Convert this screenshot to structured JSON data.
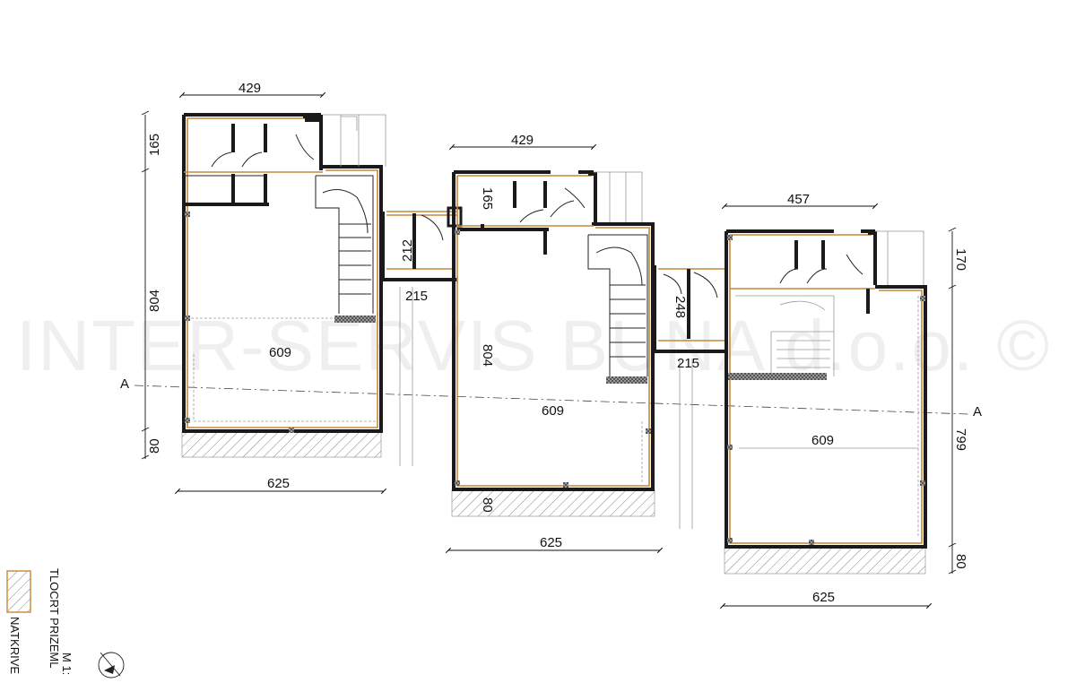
{
  "watermark": "INTER-SERVIS BUNA d.o.o. ©",
  "section_marker": "A",
  "units": [
    {
      "id": "unit-1",
      "dims": {
        "top_width": "429",
        "top_depth": "165",
        "total_depth": "804",
        "interior_width": "609",
        "bottom_offset": "80",
        "bottom_width": "625",
        "connector_depth": "212",
        "connector_width": "215"
      }
    },
    {
      "id": "unit-2",
      "dims": {
        "top_width": "429",
        "top_depth": "165",
        "total_depth": "804",
        "interior_width": "609",
        "bottom_offset": "80",
        "bottom_width": "625",
        "connector_depth": "248",
        "connector_width": "215"
      }
    },
    {
      "id": "unit-3",
      "dims": {
        "top_width": "457",
        "top_depth": "170",
        "total_depth": "799",
        "interior_width": "609",
        "bottom_offset": "80",
        "bottom_width": "625"
      }
    }
  ],
  "legend": {
    "title": "TLOCRT PRIZEML",
    "scale": "M 1:",
    "hatch_label": "NATKRIVE"
  },
  "colors": {
    "wall_outline": "#c8873a",
    "wall_fill": "#1a1a1a"
  }
}
